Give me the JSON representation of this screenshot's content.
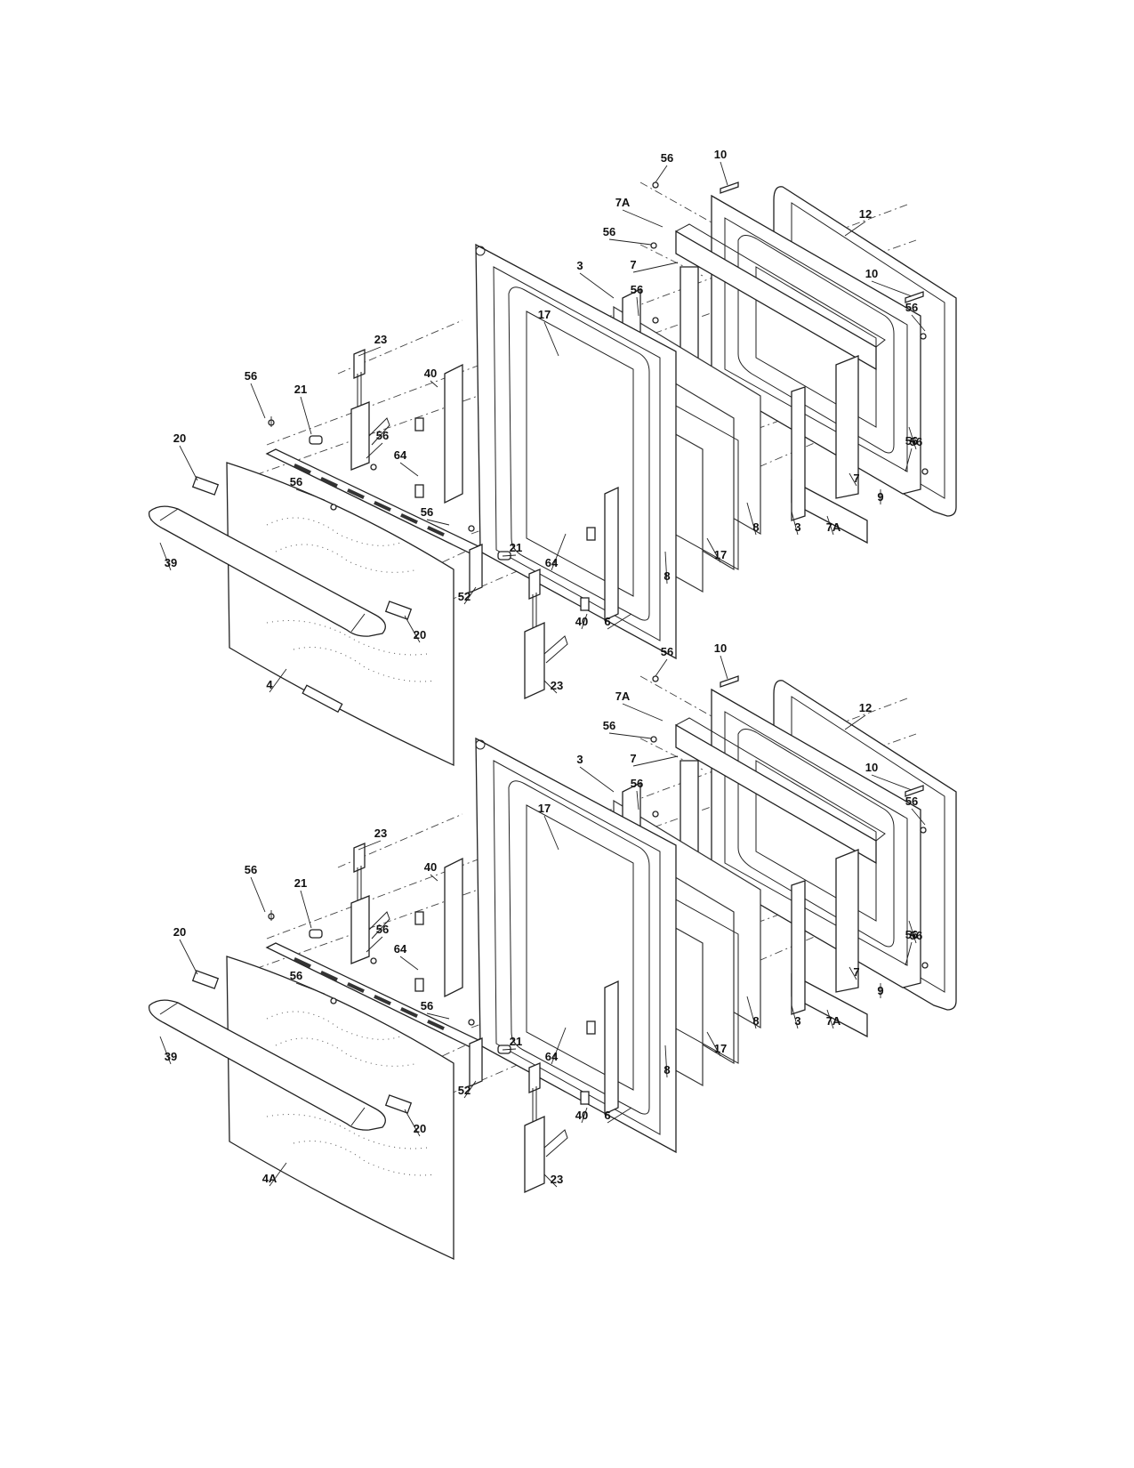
{
  "diagram": {
    "upper": {
      "callouts": [
        "56",
        "10",
        "7A",
        "12",
        "56",
        "10",
        "3",
        "56",
        "7",
        "56",
        "56",
        "17",
        "23",
        "40",
        "56",
        "21",
        "56",
        "20",
        "64",
        "56",
        "56",
        "21",
        "39",
        "64",
        "52",
        "20",
        "40",
        "6",
        "4",
        "23",
        "8",
        "17",
        "8",
        "3",
        "7A",
        "7",
        "9",
        "56"
      ]
    },
    "lower": {
      "callouts": [
        "56",
        "10",
        "7A",
        "12",
        "56",
        "10",
        "3",
        "56",
        "7",
        "56",
        "56",
        "17",
        "23",
        "40",
        "56",
        "21",
        "56",
        "20",
        "64",
        "56",
        "56",
        "21",
        "39",
        "64",
        "52",
        "20",
        "40",
        "6",
        "4A",
        "23",
        "8",
        "17",
        "8",
        "3",
        "7A",
        "7",
        "9",
        "56"
      ]
    }
  }
}
